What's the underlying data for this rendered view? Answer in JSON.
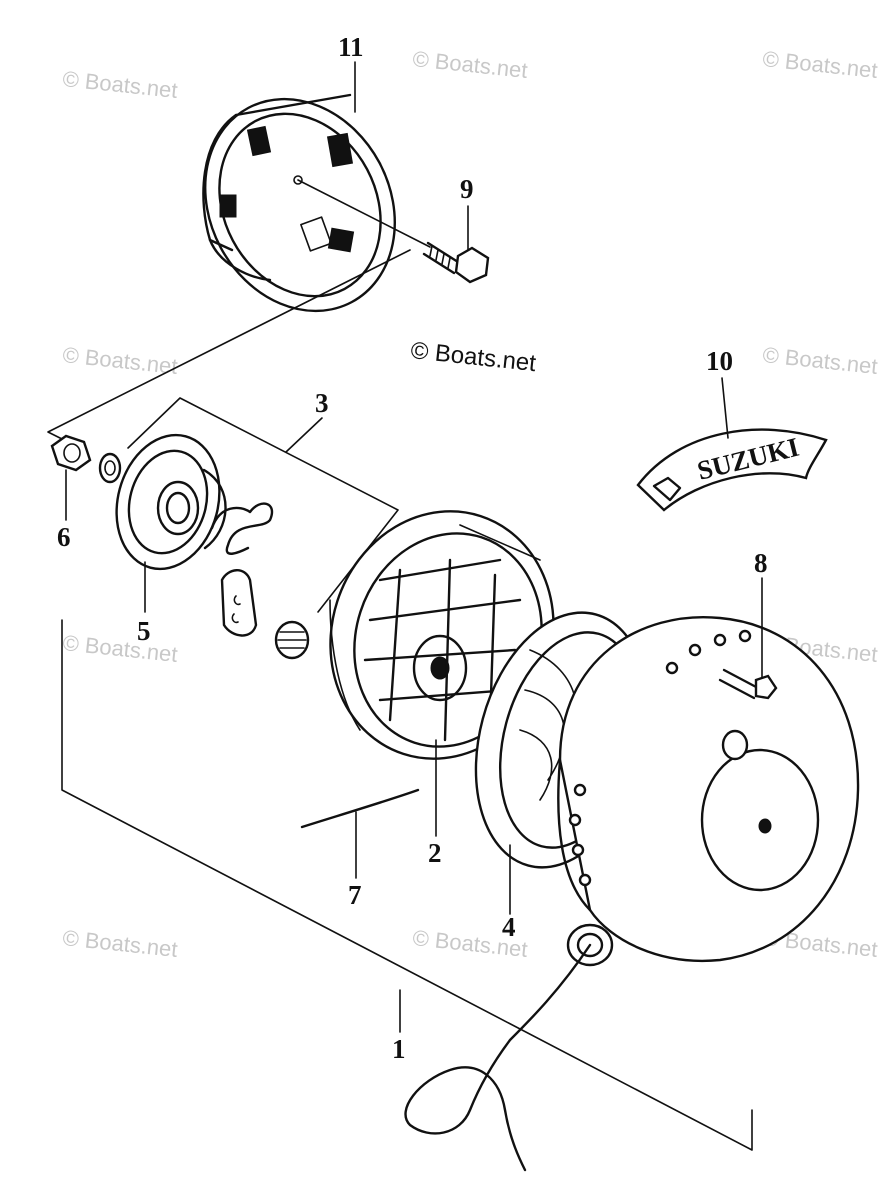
{
  "diagram": {
    "callouts": [
      "11",
      "9",
      "10",
      "3",
      "6",
      "5",
      "8",
      "2",
      "7",
      "4",
      "1"
    ],
    "label_text": "SUZUKI",
    "watermark": "© Boats.net",
    "watermark_center": "© Boats.net"
  }
}
